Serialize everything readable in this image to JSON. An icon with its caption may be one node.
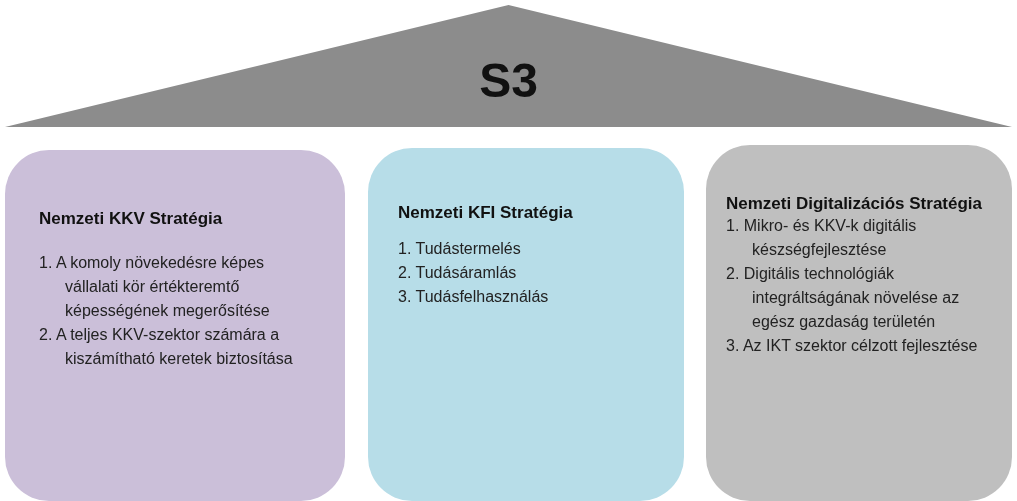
{
  "diagram": {
    "nodes": [
      {
        "text": [
          "S3"
        ]
      },
      {
        "text": [
          "Nemzeti KKV Stratégia",
          "1. A komoly növekedésre képes vállalati kör értékteremtő képességének megerősítése",
          "2. A teljes KKV-szektor számára a kiszámítható keretek biztosítása"
        ]
      },
      {
        "text": [
          "Nemzeti KFI Stratégia",
          "1. Tudástermelés",
          "2. Tudásáramlás",
          "3. Tudásfelhasználás"
        ]
      },
      {
        "text": [
          "Nemzeti Digitalizációs Stratégia",
          "1. Mikro- és KKV-k digitális készségfejlesztése",
          "2. Digitális technológiák integráltságának növelése az egész gazdaság területén",
          "3. Az IKT szektor célzott fejlesztése"
        ]
      }
    ]
  }
}
